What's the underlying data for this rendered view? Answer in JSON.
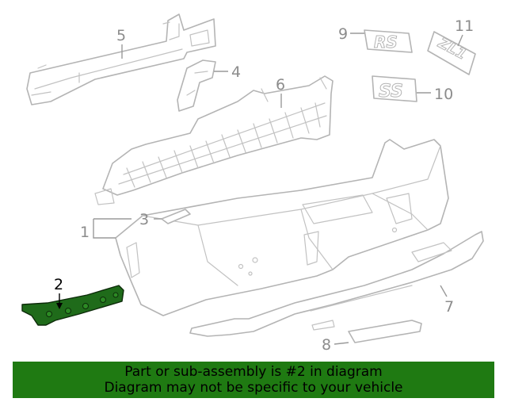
{
  "callouts": {
    "c1": "1",
    "c2": "2",
    "c3": "3",
    "c4": "4",
    "c5": "5",
    "c6": "6",
    "c7": "7",
    "c8": "8",
    "c9": "9",
    "c10": "10",
    "c11": "11"
  },
  "badges": {
    "rs": "RS",
    "ss": "SS",
    "zl1": "ZL1"
  },
  "banner": {
    "line1": "Part or sub-assembly is #2 in diagram",
    "line2": "Diagram may not be specific to your vehicle"
  },
  "colors": {
    "highlight": "#1f6b1a",
    "banner": "#1f7a12",
    "line_art": "#b4b4b4",
    "callout_text": "#8c8c8c"
  },
  "highlighted_part": "2"
}
